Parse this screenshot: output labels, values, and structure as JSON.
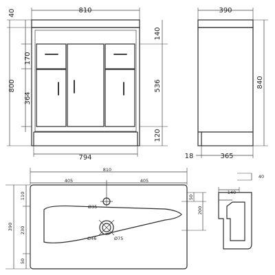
{
  "front_view": {
    "overall_width": "810",
    "base_width": "794",
    "left_heights": [
      "40",
      "800",
      "170",
      "364"
    ],
    "right_heights": [
      "140",
      "536",
      "120"
    ],
    "drawer_count": 2,
    "door_count": 3
  },
  "side_view": {
    "top_depth": "390",
    "base_depth": "365",
    "height": "840",
    "plinth_setback": "18"
  },
  "basin_plan": {
    "overall_width": "810",
    "half_widths": [
      "405",
      "405"
    ],
    "overall_depth": "390",
    "depth_segments": [
      "110",
      "230",
      "50"
    ],
    "tap_offset": "50",
    "bowl_depth": "200",
    "tap_hole": "Ø35",
    "waste_inner": "Ø46",
    "waste_outer": "Ø75"
  },
  "basin_section": {
    "rim_thickness": "40",
    "upstand": "140"
  },
  "colors": {
    "line": "#2b2b2b",
    "background": "#ffffff"
  }
}
